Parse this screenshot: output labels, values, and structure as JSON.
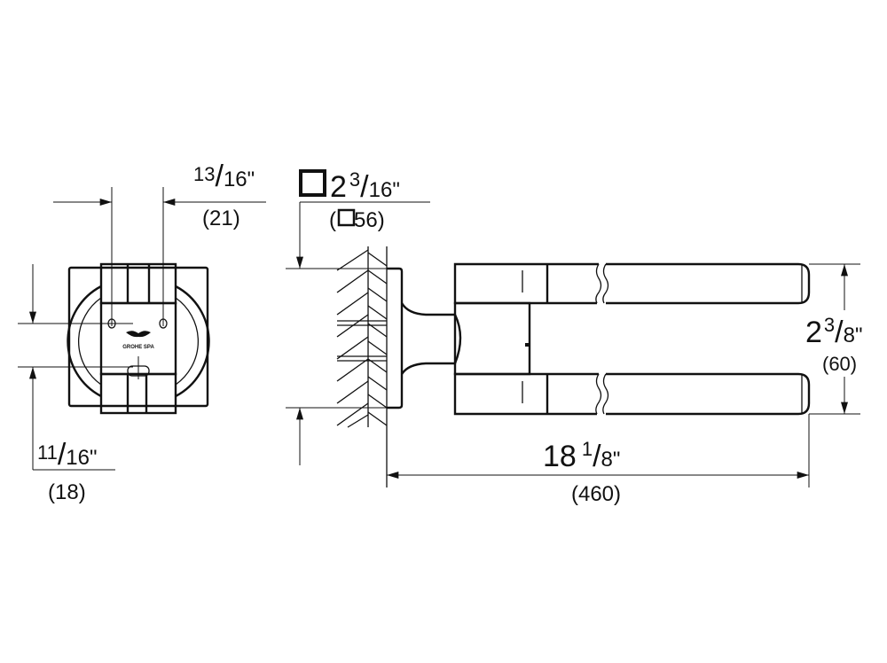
{
  "title": "Towel rail dimension drawing",
  "brand_text": "GROHE SPA",
  "dimensions": {
    "bracket_spacing": {
      "numerator": "13",
      "denominator": "16",
      "unit": "\"",
      "metric": "(21)"
    },
    "hole_offset": {
      "numerator": "11",
      "denominator": "16",
      "unit": "\"",
      "metric": "(18)"
    },
    "rosette": {
      "whole": "2",
      "numerator": "3",
      "denominator": "16",
      "unit": "\"",
      "metric_open": "(",
      "metric_value": "56)"
    },
    "rail_spacing": {
      "whole": "2",
      "numerator": "3",
      "denominator": "8",
      "unit": "\"",
      "metric": "(60)"
    },
    "length": {
      "whole": "18",
      "numerator": "1",
      "denominator": "8",
      "unit": "\"",
      "metric": "(460)"
    }
  }
}
